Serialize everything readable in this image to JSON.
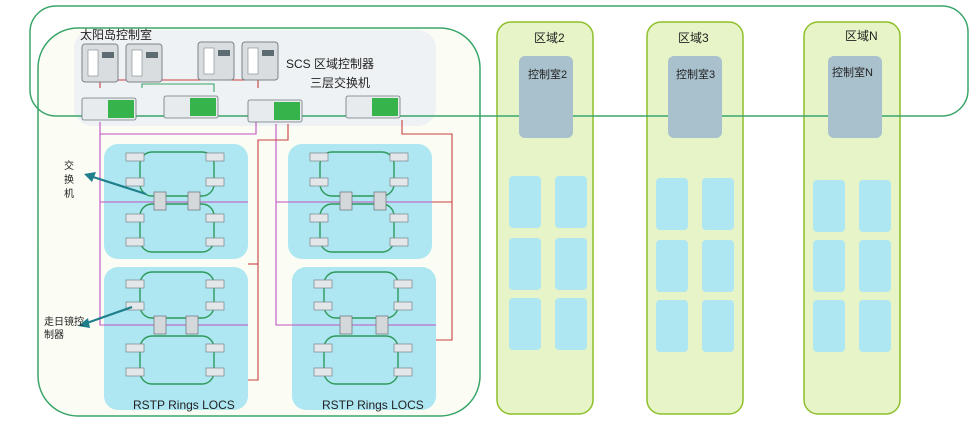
{
  "main_area": {
    "title": "太阳岛控制室",
    "scs_label": "SCS 区域控制器",
    "l3_switch_label": "三层交换机",
    "switch_callout": "交换机",
    "heliostat_callout": "走日镜控制器",
    "ring_label_left": "RSTP Rings LOCS",
    "ring_label_right": "RSTP Rings LOCS"
  },
  "zones": [
    {
      "title": "区域2",
      "room": "控制室2"
    },
    {
      "title": "区域3",
      "room": "控制室3"
    },
    {
      "title": "区域N",
      "room": "控制室N"
    }
  ],
  "colors": {
    "backbone_green": "#3aa56a",
    "panel_fill": "#e6f4c8",
    "panel_border": "#8fbf2a",
    "ring_fill": "#aee7f2",
    "room_fill": "#a9c1cc",
    "magenta_link": "#c050c0",
    "red_link": "#c84040",
    "switch_green": "#36b34a"
  }
}
